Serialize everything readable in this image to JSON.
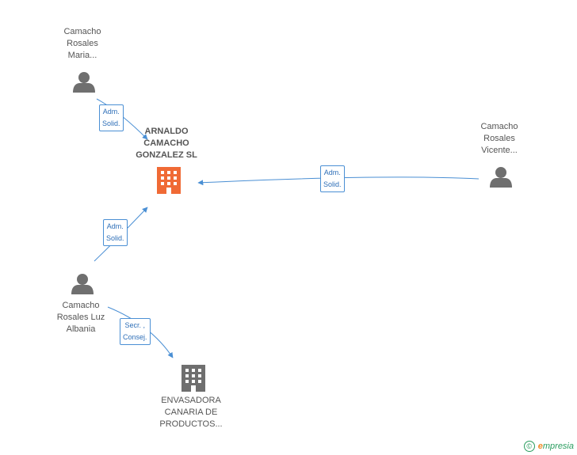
{
  "colors": {
    "edge": "#4a8fd4",
    "person": "#6f6f6f",
    "company_main": "#f06a35",
    "company": "#6f6f6f",
    "brand": "#2a9d5f"
  },
  "nodes": {
    "maria": {
      "line1": "Camacho",
      "line2": "Rosales",
      "line3": "Maria..."
    },
    "main": {
      "line1": "ARNALDO",
      "line2": "CAMACHO",
      "line3": "GONZALEZ SL"
    },
    "vicente": {
      "line1": "Camacho",
      "line2": "Rosales",
      "line3": "Vicente..."
    },
    "luz": {
      "line1": "Camacho",
      "line2": "Rosales Luz",
      "line3": "Albania"
    },
    "envasadora": {
      "line1": "ENVASADORA",
      "line2": "CANARIA DE",
      "line3": "PRODUCTOS..."
    }
  },
  "edges": {
    "maria_main": {
      "line1": "Adm.",
      "line2": "Solid."
    },
    "vicente_main": {
      "line1": "Adm.",
      "line2": "Solid."
    },
    "luz_main": {
      "line1": "Adm.",
      "line2": "Solid."
    },
    "luz_envasadora": {
      "line1": "Secr. ,",
      "line2": "Consej."
    }
  },
  "footer": {
    "copyright": "©",
    "brand_e": "e",
    "brand_rest": "mpresia"
  }
}
